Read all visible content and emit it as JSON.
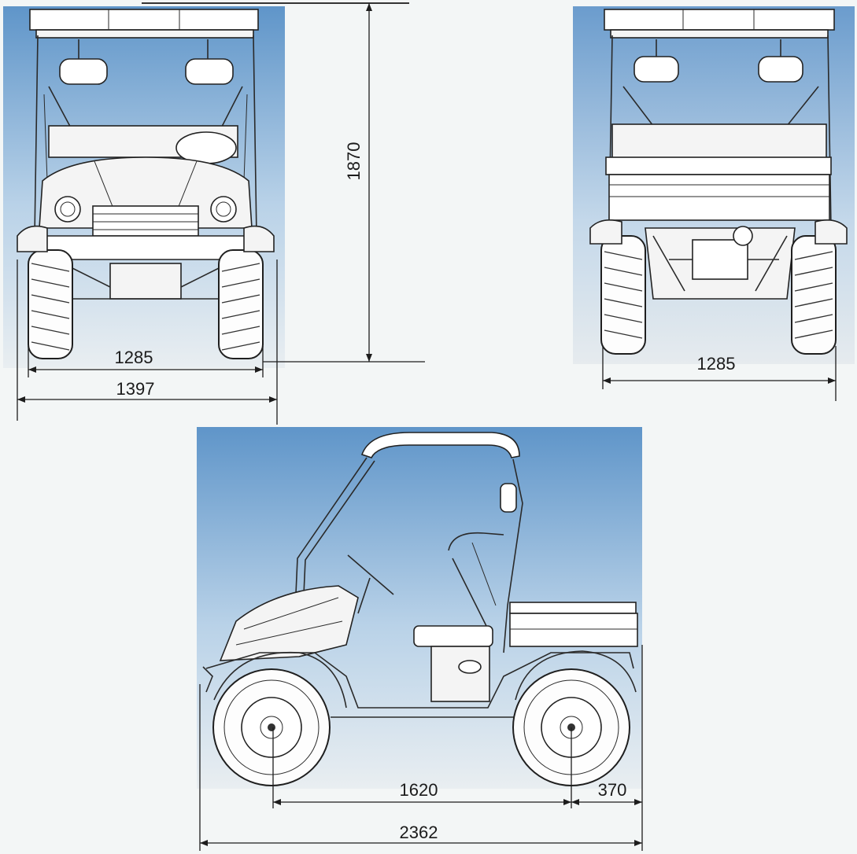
{
  "dimensions": {
    "front_track": "1285",
    "overall_width": "1397",
    "overall_height": "1870",
    "rear_track": "1285",
    "wheelbase": "1620",
    "rear_overhang": "370",
    "overall_length": "2362"
  },
  "colors": {
    "sky_top": "#5f95c9",
    "sky_mid": "#b9d2e8",
    "ground": "#e6e9ea",
    "page": "#f3f6f6"
  }
}
